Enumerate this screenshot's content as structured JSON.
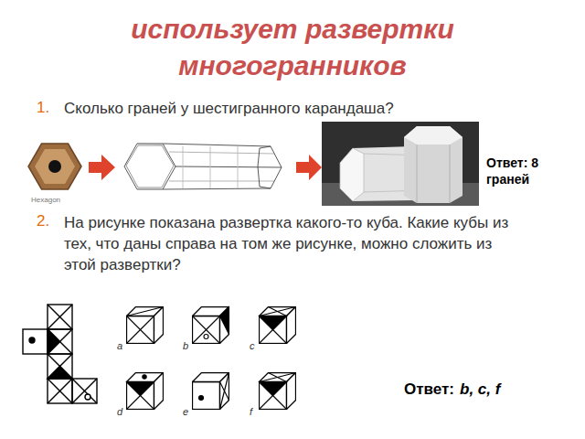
{
  "diagram": {
    "title": "использует развертки многогранников",
    "nodes": [
      {
        "text": [
          "Ответ: 8 граней"
        ]
      }
    ],
    "labels": [
      "1.",
      "Сколько граней у шестигранного карандаша?",
      "Hexagon",
      "2.",
      "На рисунке показана развертка какого-то куба. Какие кубы из тех, что даны справа на том же рисунке, можно сложить из этой развертки?",
      "a",
      "b",
      "c",
      "d",
      "e",
      "f",
      "Ответ:",
      "b, c, f"
    ]
  }
}
